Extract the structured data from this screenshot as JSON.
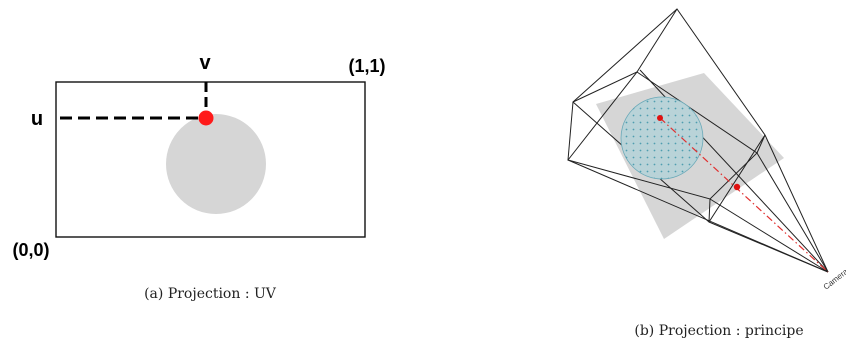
{
  "left_panel": {
    "label_v": "v",
    "label_u": "u",
    "label_top_right": "(1,1)",
    "label_bottom_left": "(0,0)",
    "caption": "(a) Projection : UV"
  },
  "right_panel": {
    "camera_label": "Camera",
    "caption": "(b) Projection : principe"
  },
  "colors": {
    "point": "#ff1a1a",
    "disc": "#d6d6d6",
    "ray": "#e03030",
    "sphere": "#b9d3d8",
    "sphere_dots": "#5aa5b5",
    "plane": "#cfcfcf"
  }
}
